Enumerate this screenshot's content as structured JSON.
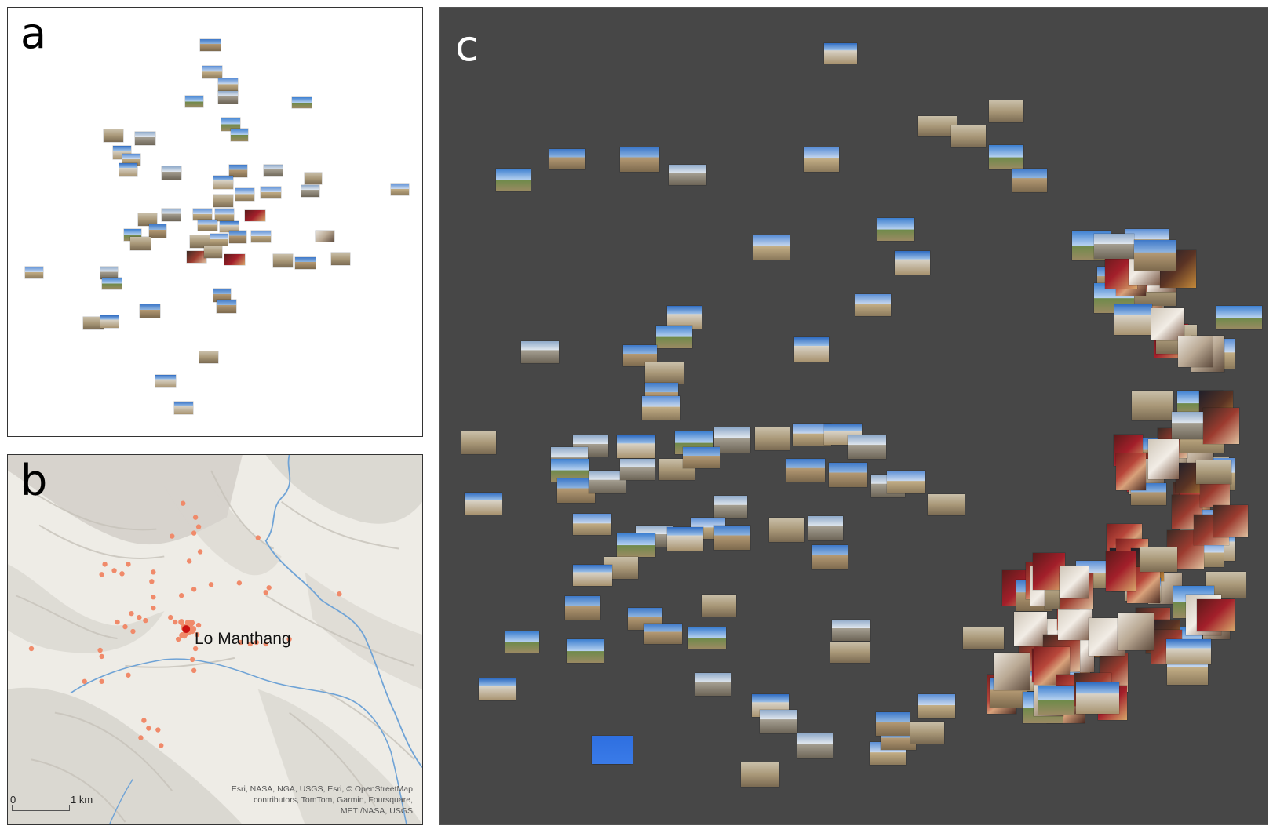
{
  "panels": {
    "a": {
      "letter": "a"
    },
    "b": {
      "letter": "b",
      "place_label": "Lo Manthang",
      "scale_zero": "0",
      "scale_unit": "1 km",
      "attribution": "Esri, NASA, NGA, USGS, Esri, © OpenStreetMap contributors, TomTom, Garmin, Foursquare, METI/NASA, USGS"
    },
    "c": {
      "letter": "c"
    }
  },
  "colors": {
    "panel_c_background": "#474747",
    "point_color": "#f08a6a",
    "center_point_color": "#cc1111",
    "river_color": "#6fa3d6"
  }
}
